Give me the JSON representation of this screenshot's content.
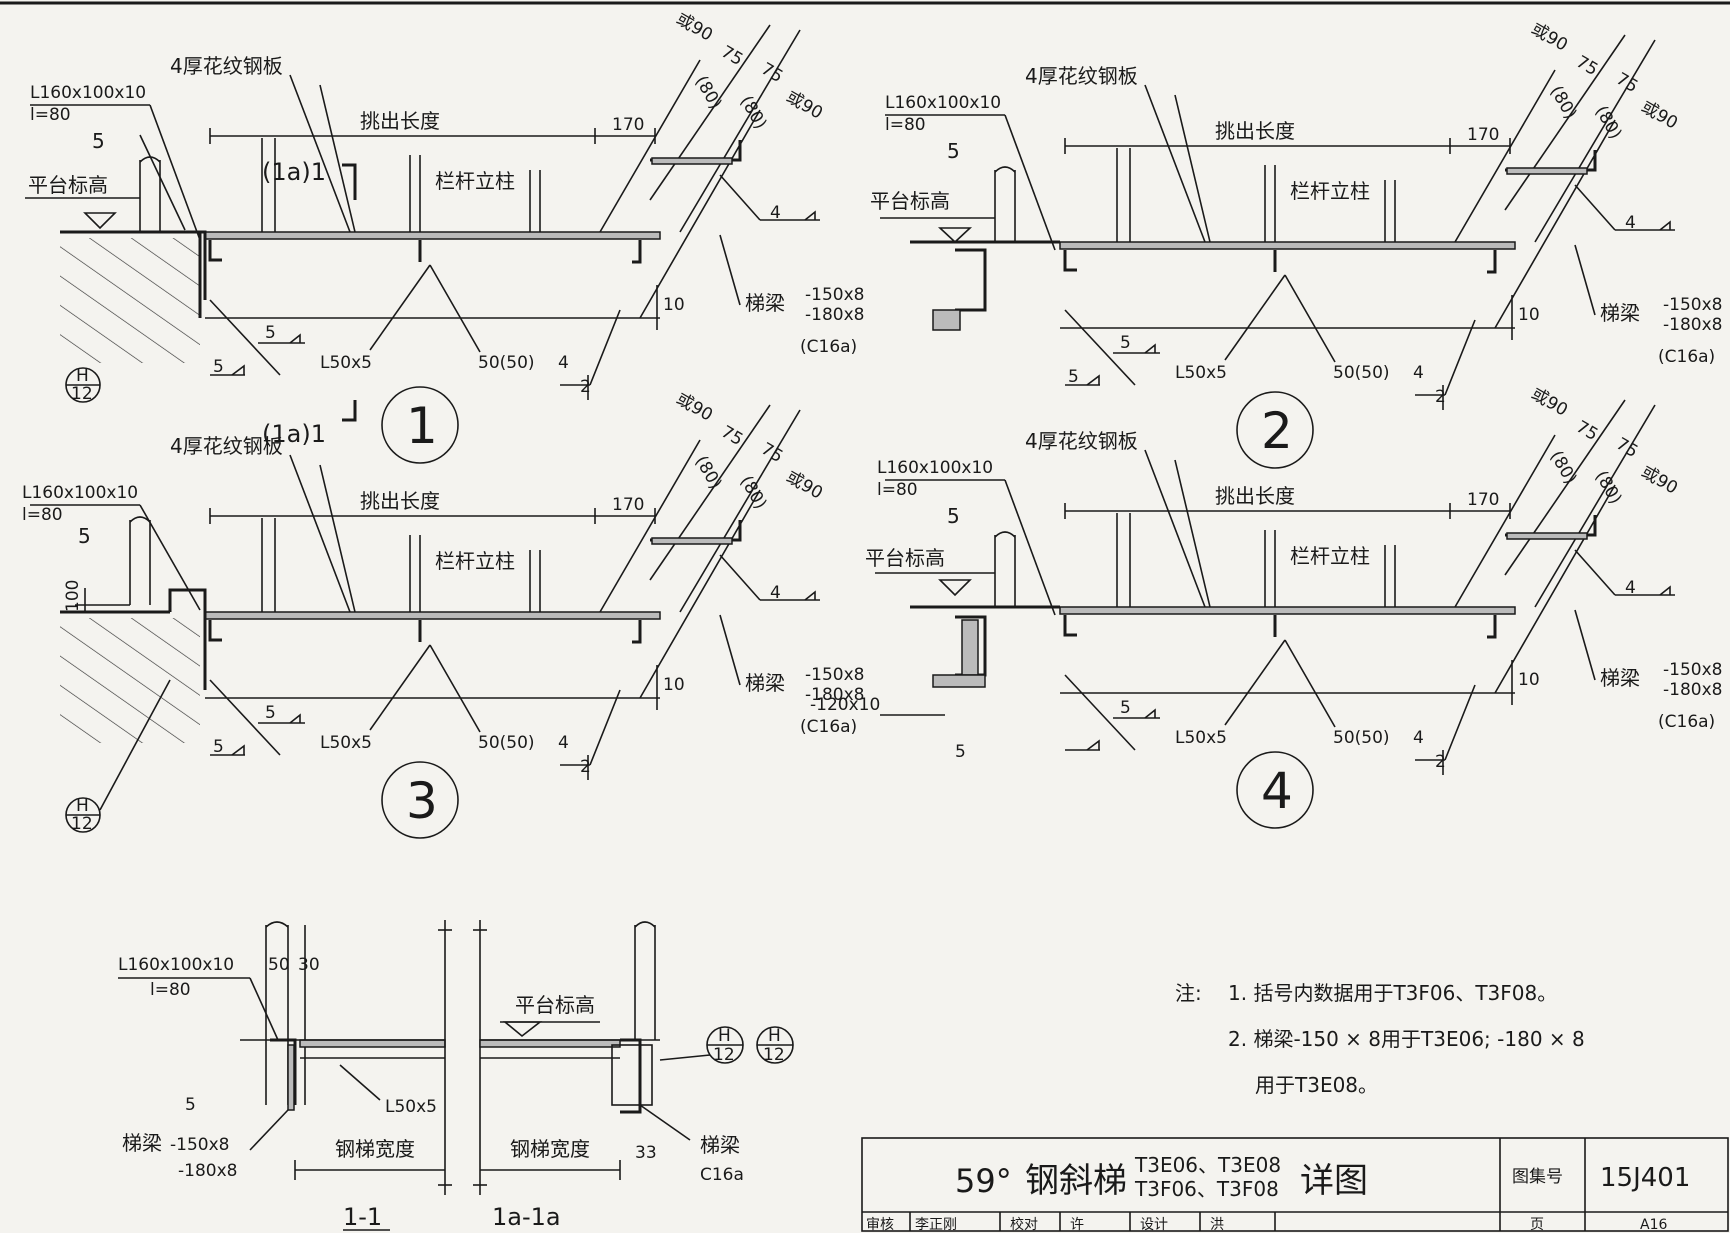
{
  "detail_common": {
    "checker_plate": "4厚花纹钢板",
    "angle_top": "L160x100x10",
    "angle_len": "l=80",
    "weld5": "5",
    "platform_level": "平台标高",
    "projection_length": "挑出长度",
    "d170": "170",
    "post": "栏杆立柱",
    "dim_90a": "或90",
    "dim_75a": "75",
    "dim_75b": "75",
    "dim_90b": "或90",
    "dim_80a": "(80)",
    "dim_80b": "(80)",
    "weld4": "4",
    "beam_label": "梯梁",
    "beam_150": "-150x8",
    "beam_180": "-180x8",
    "beam_c16": "(C16a)",
    "dim10": "10",
    "l50": "L50x5",
    "weld_50": "50(50)",
    "weld_50_size": "4",
    "dim2": "2",
    "detail_ref_top": "H",
    "detail_ref_bottom": "12"
  },
  "detail1": {
    "number": "1",
    "section_mark": "(1a)1"
  },
  "detail2": {
    "number": "2"
  },
  "detail3": {
    "number": "3",
    "dim100": "100"
  },
  "detail4": {
    "number": "4",
    "plate120": "-120x10"
  },
  "sections": {
    "s11_title": "1-1",
    "s1a_title": "1a-1a",
    "angle": "L160x100x10",
    "angle_len": "l=80",
    "d50": "50",
    "d30": "30",
    "weld5": "5",
    "l50": "L50x5",
    "beam_label": "梯梁",
    "beam_150": "-150x8",
    "beam_180": "-180x8",
    "stair_width_left": "钢梯宽度",
    "stair_width_right": "钢梯宽度",
    "platform_level": "平台标高",
    "d33": "33",
    "beam_label_right": "梯梁",
    "beam_c16": "C16a"
  },
  "notes": {
    "prefix": "注:",
    "n1": "1. 括号内数据用于T3F06、T3F08。",
    "n2a": "2. 梯梁-150 × 8用于T3E06; -180 × 8",
    "n2b": "用于T3E08。"
  },
  "title_block": {
    "angle": "59°",
    "name": "钢斜梯",
    "codes_line1": "T3E06、T3E08",
    "codes_line2": "T3F06、T3F08",
    "suffix": "详图",
    "atlas_label": "图集号",
    "atlas_no": "15J401",
    "row2_a": "审核",
    "row2_b": "李正刚",
    "row2_c": "校对",
    "row2_d": "许",
    "row2_e": "设计",
    "row2_f": "洪",
    "page_label": "页",
    "page_no": "A16"
  }
}
